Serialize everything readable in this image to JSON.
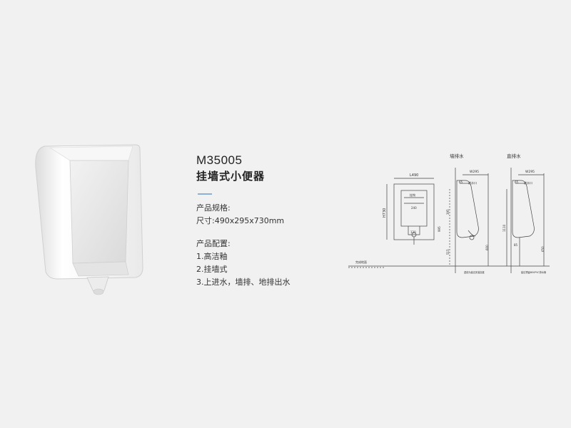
{
  "product": {
    "model": "M35005",
    "name": "挂墙式小便器"
  },
  "specs": {
    "heading": "产品规格:",
    "size": "尺寸:490x295x730mm"
  },
  "config": {
    "heading": "产品配置:",
    "items": [
      "1.高洁釉",
      "2.挂墙式",
      "3.上进水，墙排、地排出水"
    ]
  },
  "drawings": {
    "wall_drain_title": "墙排水",
    "floor_drain_title": "直排水",
    "front": {
      "width_label": "L490",
      "height_label": "H730",
      "inner_label_top": "挂钩",
      "inner_width": "240",
      "bottom_width": "120",
      "floor_label": "完成地面"
    },
    "wall": {
      "depth_label": "W295",
      "dim_top": "65",
      "inlet_label": "进水口",
      "dim_upper": "395",
      "dim_total": "995",
      "dim_lower": "515",
      "dim_outlet": "600",
      "note": "虚线为建议安装高度"
    },
    "floor": {
      "depth_label": "W295",
      "dim_top": "65",
      "inlet_label": "进水口",
      "dim_total": "1110",
      "dim_outlet": "650",
      "dim_offset": "85",
      "note": "建议预留Φ50PVC排水管"
    }
  }
}
